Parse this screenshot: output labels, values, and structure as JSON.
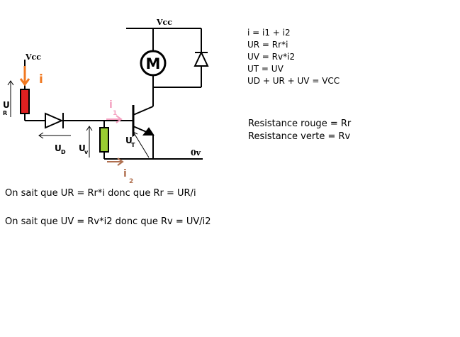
{
  "diagram": {
    "vcc_top_label": "Vcc",
    "vcc_left_label": "Vcc",
    "ground_label": "0v",
    "motor_label": "M",
    "current_i": "i",
    "current_i1": "i",
    "current_i1_sub": "1",
    "current_i2": "i",
    "current_i2_sub": "2",
    "voltage_ur": "U",
    "voltage_ur_sub": "R",
    "voltage_ud": "U",
    "voltage_ud_sub": "D",
    "voltage_uv": "U",
    "voltage_uv_sub": "v",
    "voltage_ut": "U",
    "voltage_ut_sub": "T",
    "colors": {
      "red_resistor": "#e02020",
      "green_resistor": "#9acd32",
      "orange_arrow": "#f07820",
      "pink_arrow": "#f4a0c0",
      "brown_arrow": "#b07050"
    }
  },
  "equations": [
    "i = i1 + i2",
    "UR = Rr*i",
    "UV = Rv*i2",
    "UT = UV",
    "UD + UR + UV = VCC"
  ],
  "legend": [
    "Resistance rouge = Rr",
    "Resistance verte = Rv"
  ],
  "conclusions": [
    "On sait que UR = Rr*i  donc que Rr = UR/i",
    "On sait que UV = Rv*i2 donc que Rv = UV/i2"
  ]
}
